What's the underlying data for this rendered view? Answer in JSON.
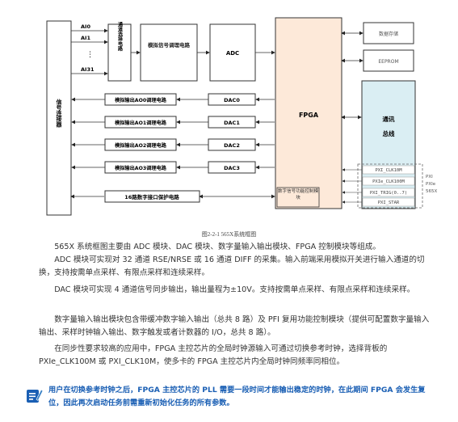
{
  "diagram": {
    "signal_connector": "信号连接器",
    "ai_labels": [
      "AI0",
      "AI1",
      "AI31"
    ],
    "ai_ellipsis": "⋮",
    "channel_switch": "通道选择电路",
    "analog_input_conditioning": "模拟信号调理电路",
    "adc": "ADC",
    "fpga": "FPGA",
    "storage": "数据存储",
    "eeprom": "EEPROM",
    "ao_rows": [
      {
        "label": "模拟输出AO0调理电路",
        "dac": "DAC0"
      },
      {
        "label": "模拟输出AO1调理电路",
        "dac": "DAC1"
      },
      {
        "label": "模拟输出AO2调理电路",
        "dac": "DAC2"
      },
      {
        "label": "模拟输出AO3调理电路",
        "dac": "DAC3"
      }
    ],
    "digital_protect": "16路数字接口保护电路",
    "digital_func": "数字信号功能控制模块",
    "comm_bus_line1": "通讯",
    "comm_bus_line2": "总线",
    "bus_signals": [
      "PXI_CLK10M",
      "PXIe_CLK100M",
      "PXI_TRIG(0..7)",
      "PXI_STAR"
    ],
    "side_labels": [
      "PXI",
      "PXIe",
      "565X"
    ]
  },
  "caption": "图2-2-1 565X系统框图",
  "paragraphs": [
    "565X 系统框图主要由 ADC 模块、DAC 模块、数字量输入输出模块、FPGA 控制模块等组成。",
    "ADC 模块可实现对 32 通道 RSE/NRSE 或 16 通道 DIFF 的采集。输入前端采用模拟开关进行输入通道的切换，支持按需单点采样、有限点采样和连续采样。",
    "DAC 模块可实现 4 通道信号同步输出，输出量程为±10V。支持按需单点采样、有限点采样和连续采样。",
    "数字量输入输出模块包含带缓冲数字输入输出（总共 8 路）及 PFI 复用功能控制模块（提供可配置数字量输入输出、采样时钟输入输出、数字触发或者计数器的 I/O，总共 8 路）。",
    "在同步性要求较高的应用中，FPGA 主控芯片的全局时钟源输入可通过切换参考时钟，选择背板的 PXIe_CLK100M 或 PXI_CLK10M，使多卡的 FPGA 主控芯片内全局时钟同频率同相位。"
  ],
  "note": "用户在切换参考时钟之后，FPGA 主控芯片的 PLL 需要一段时间才能输出稳定的时钟，在此期间 FPGA 会发生复位，因此再次启动任务前需重新初始化任务的所有参数。",
  "colors": {
    "fpga_fill": "#fde9d9",
    "bus_fill": "#daeef3",
    "note_color": "#1a5fb4"
  }
}
